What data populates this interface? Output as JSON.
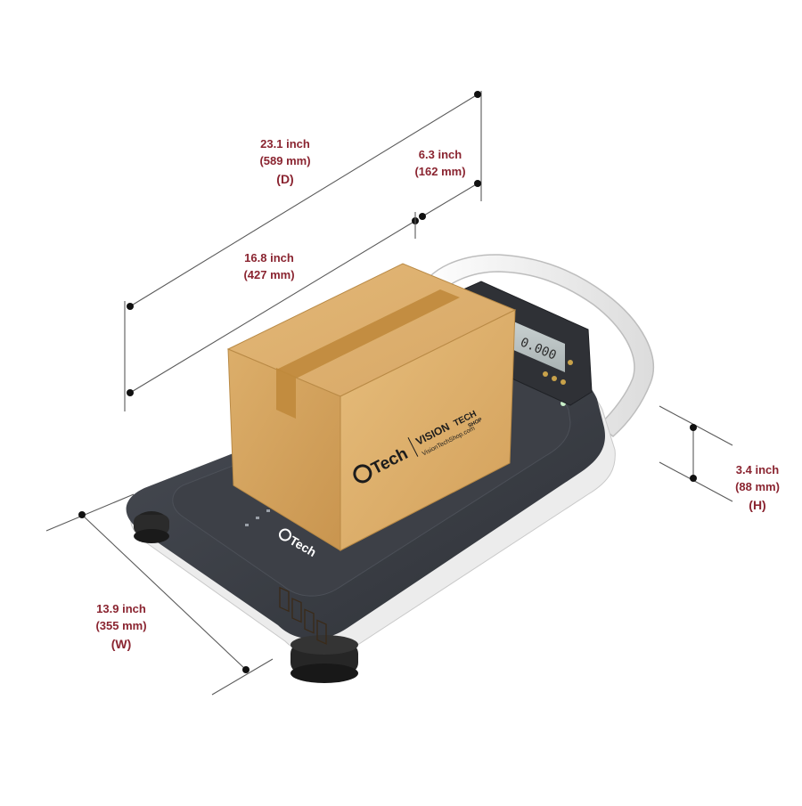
{
  "dimensions": {
    "depth": {
      "imperial": "23.1 inch",
      "metric": "(589 mm)",
      "letter": "(D)"
    },
    "display_depth": {
      "imperial": "6.3 inch",
      "metric": "(162 mm)"
    },
    "platform_depth": {
      "imperial": "16.8 inch",
      "metric": "(427 mm)"
    },
    "width": {
      "imperial": "13.9 inch",
      "metric": "(355 mm)",
      "letter": "(W)"
    },
    "height": {
      "imperial": "3.4 inch",
      "metric": "(88 mm)",
      "letter": "(H)"
    }
  },
  "branding": {
    "box_logo": "Tech",
    "box_store_name_1": "VISION",
    "box_store_name_2": "TECH",
    "box_store_sub": "SHOP",
    "box_url": "VisionTechShop.com",
    "scale_logo": "Tech"
  },
  "display": {
    "readout": "0.000"
  },
  "colors": {
    "dimension_text": "#8a2430",
    "scale_body": "#3b3e45",
    "box": "#d9a862",
    "tape": "#c08a3c"
  }
}
